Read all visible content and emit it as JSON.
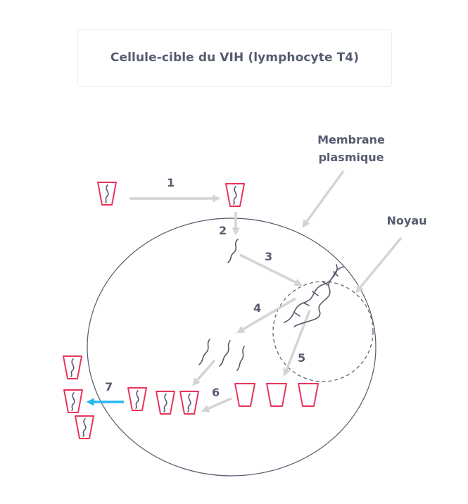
{
  "title": "Cellule-cible du VIH (lymphocyte T4)",
  "labels": {
    "membrane_line1": "Membrane",
    "membrane_line2": "plasmique",
    "noyau": "Noyau"
  },
  "steps": [
    "1",
    "2",
    "3",
    "4",
    "5",
    "6",
    "7"
  ],
  "colors": {
    "capsid": "#e8345b",
    "arrow": "#d4d4d4",
    "release_arrow": "#29b6ee",
    "text": "#565c70",
    "membrane": "#555a6c"
  }
}
